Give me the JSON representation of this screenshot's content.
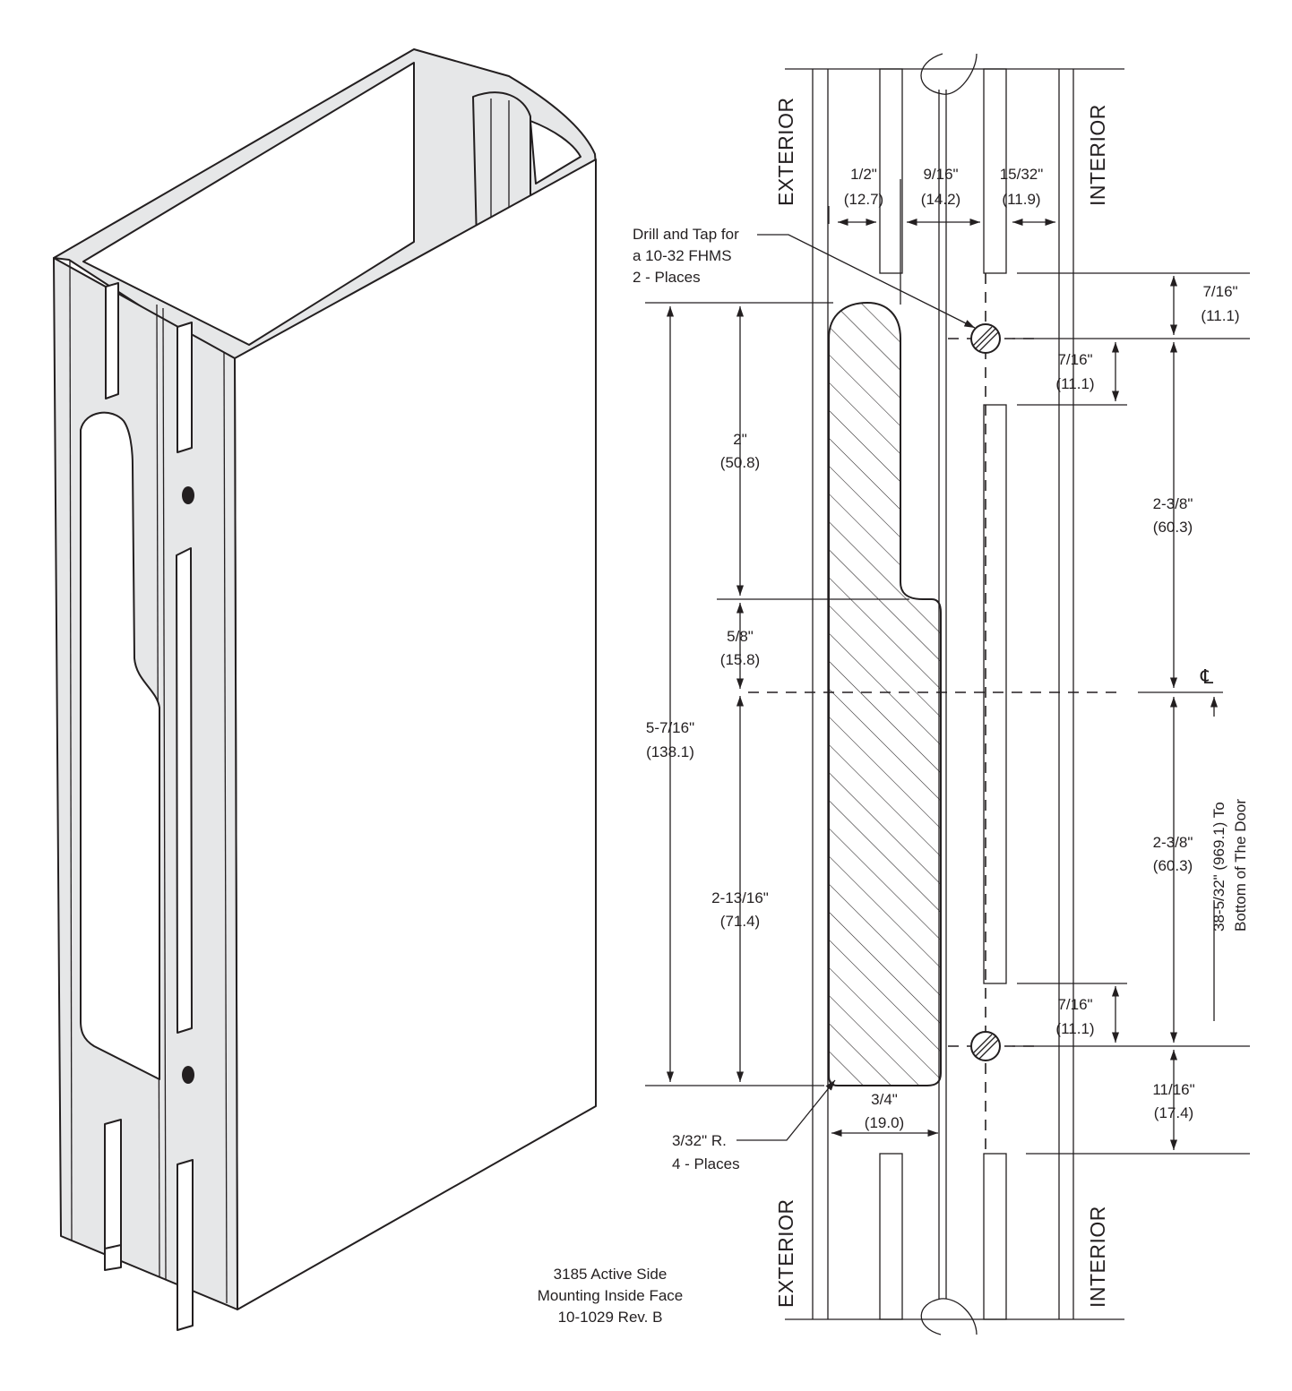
{
  "orientation": {
    "exterior_label": "EXTERIOR",
    "interior_label": "INTERIOR"
  },
  "dimensions": {
    "w_half": {
      "in": "1/2\"",
      "mm": "(12.7)"
    },
    "w_nine_sixteenths": {
      "in": "9/16\"",
      "mm": "(14.2)"
    },
    "w_fifteen_thirtyseconds": {
      "in": "15/32\"",
      "mm": "(11.9)"
    },
    "top_margin": {
      "in": "7/16\"",
      "mm": "(11.1)"
    },
    "upper_hole_gap": {
      "in": "7/16\"",
      "mm": "(11.1)"
    },
    "upper_to_centerline": {
      "in": "2-3/8\"",
      "mm": "(60.3)"
    },
    "centerline_to_lower": {
      "in": "2-3/8\"",
      "mm": "(60.3)"
    },
    "lower_hole_gap": {
      "in": "7/16\"",
      "mm": "(11.1)"
    },
    "bottom_margin": {
      "in": "11/16\"",
      "mm": "(17.4)"
    },
    "cutout_upper": {
      "in": "2\"",
      "mm": "(50.8)"
    },
    "cutout_step": {
      "in": "5/8\"",
      "mm": "(15.8)"
    },
    "cutout_lower": {
      "in": "2-13/16\"",
      "mm": "(71.4)"
    },
    "cutout_total": {
      "in": "5-7/16\"",
      "mm": "(138.1)"
    },
    "cutout_width": {
      "in": "3/4\"",
      "mm": "(19.0)"
    }
  },
  "callouts": {
    "drill_tap": [
      "Drill and Tap for",
      "a 10-32 FHMS",
      "2 - Places"
    ],
    "radius": [
      "3/32\" R.",
      "4 - Places"
    ],
    "centerline_symbol": "℄",
    "to_bottom": [
      "38-5/32\" (969.1) To",
      "Bottom of The Door"
    ]
  },
  "title_block": [
    "3185 Active Side",
    "Mounting Inside Face",
    "10-1029 Rev. B"
  ],
  "colors": {
    "line": "#231f20",
    "metal_face": "#e6e7e8",
    "background": "#ffffff"
  }
}
